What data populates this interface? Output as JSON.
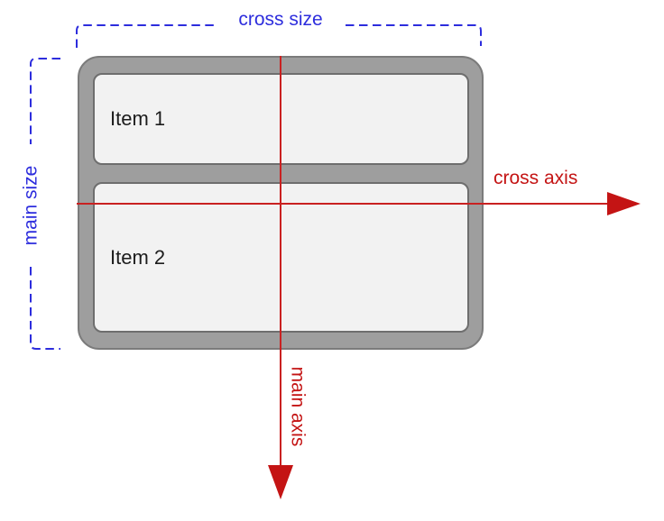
{
  "labels": {
    "cross_size": "cross size",
    "main_size": "main size",
    "cross_axis": "cross axis",
    "main_axis": "main axis"
  },
  "flex_container": {
    "items": [
      {
        "label": "Item 1"
      },
      {
        "label": "Item 2"
      }
    ]
  },
  "colors": {
    "size_guide_blue": "#2d2ddd",
    "axis_line_red": "#c92121",
    "arrowhead_red": "#c41414",
    "container_fill": "#9e9e9e",
    "container_border": "#7b7b7b",
    "item_fill": "#f2f2f2",
    "item_border": "#6e6e6e",
    "item_text": "#1c1c1c",
    "background": "#ffffff"
  }
}
